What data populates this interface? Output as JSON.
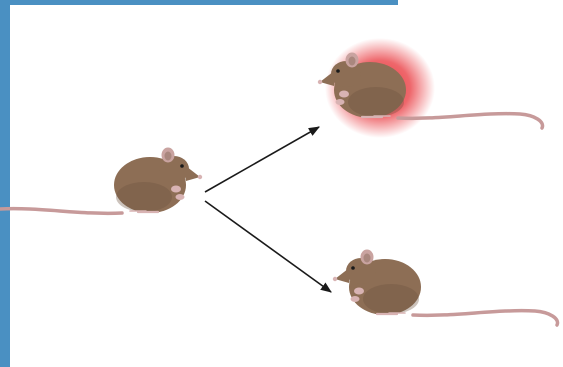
{
  "colors": {
    "frame": "#4a90c2",
    "mouse_body": "#8d6e55",
    "mouse_shade": "#6e533f",
    "mouse_ear": "#c9a3a0",
    "mouse_tail": "#c79a9a",
    "mouse_paw": "#d8b3b3",
    "arrow": "#1a1a1a",
    "glow": "#e8343a"
  },
  "diagram": {
    "nodes": [
      {
        "id": "source-mouse",
        "icon": "mouse-icon"
      },
      {
        "id": "affected-mouse",
        "icon": "mouse-icon",
        "highlight": "red-glow"
      },
      {
        "id": "unaffected-mouse",
        "icon": "mouse-icon"
      }
    ],
    "edges": [
      {
        "from": "source-mouse",
        "to": "affected-mouse"
      },
      {
        "from": "source-mouse",
        "to": "unaffected-mouse"
      }
    ]
  }
}
